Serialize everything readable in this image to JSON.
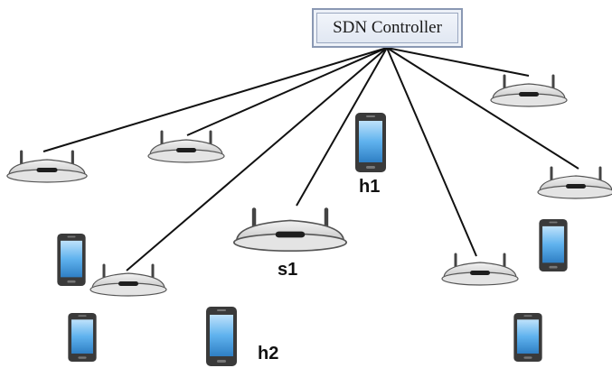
{
  "controller": {
    "label": "SDN Controller"
  },
  "labels": {
    "s1": "s1",
    "h1": "h1",
    "h2": "h2"
  },
  "icons": {
    "access_point": "wireless-access-point-icon",
    "phone": "smartphone-icon"
  },
  "colors": {
    "ap_top": "#d9d9d9",
    "ap_outline": "#444444",
    "phone_body": "#3a3a3a",
    "phone_screen": "#4aa3e8",
    "link": "#111111"
  }
}
